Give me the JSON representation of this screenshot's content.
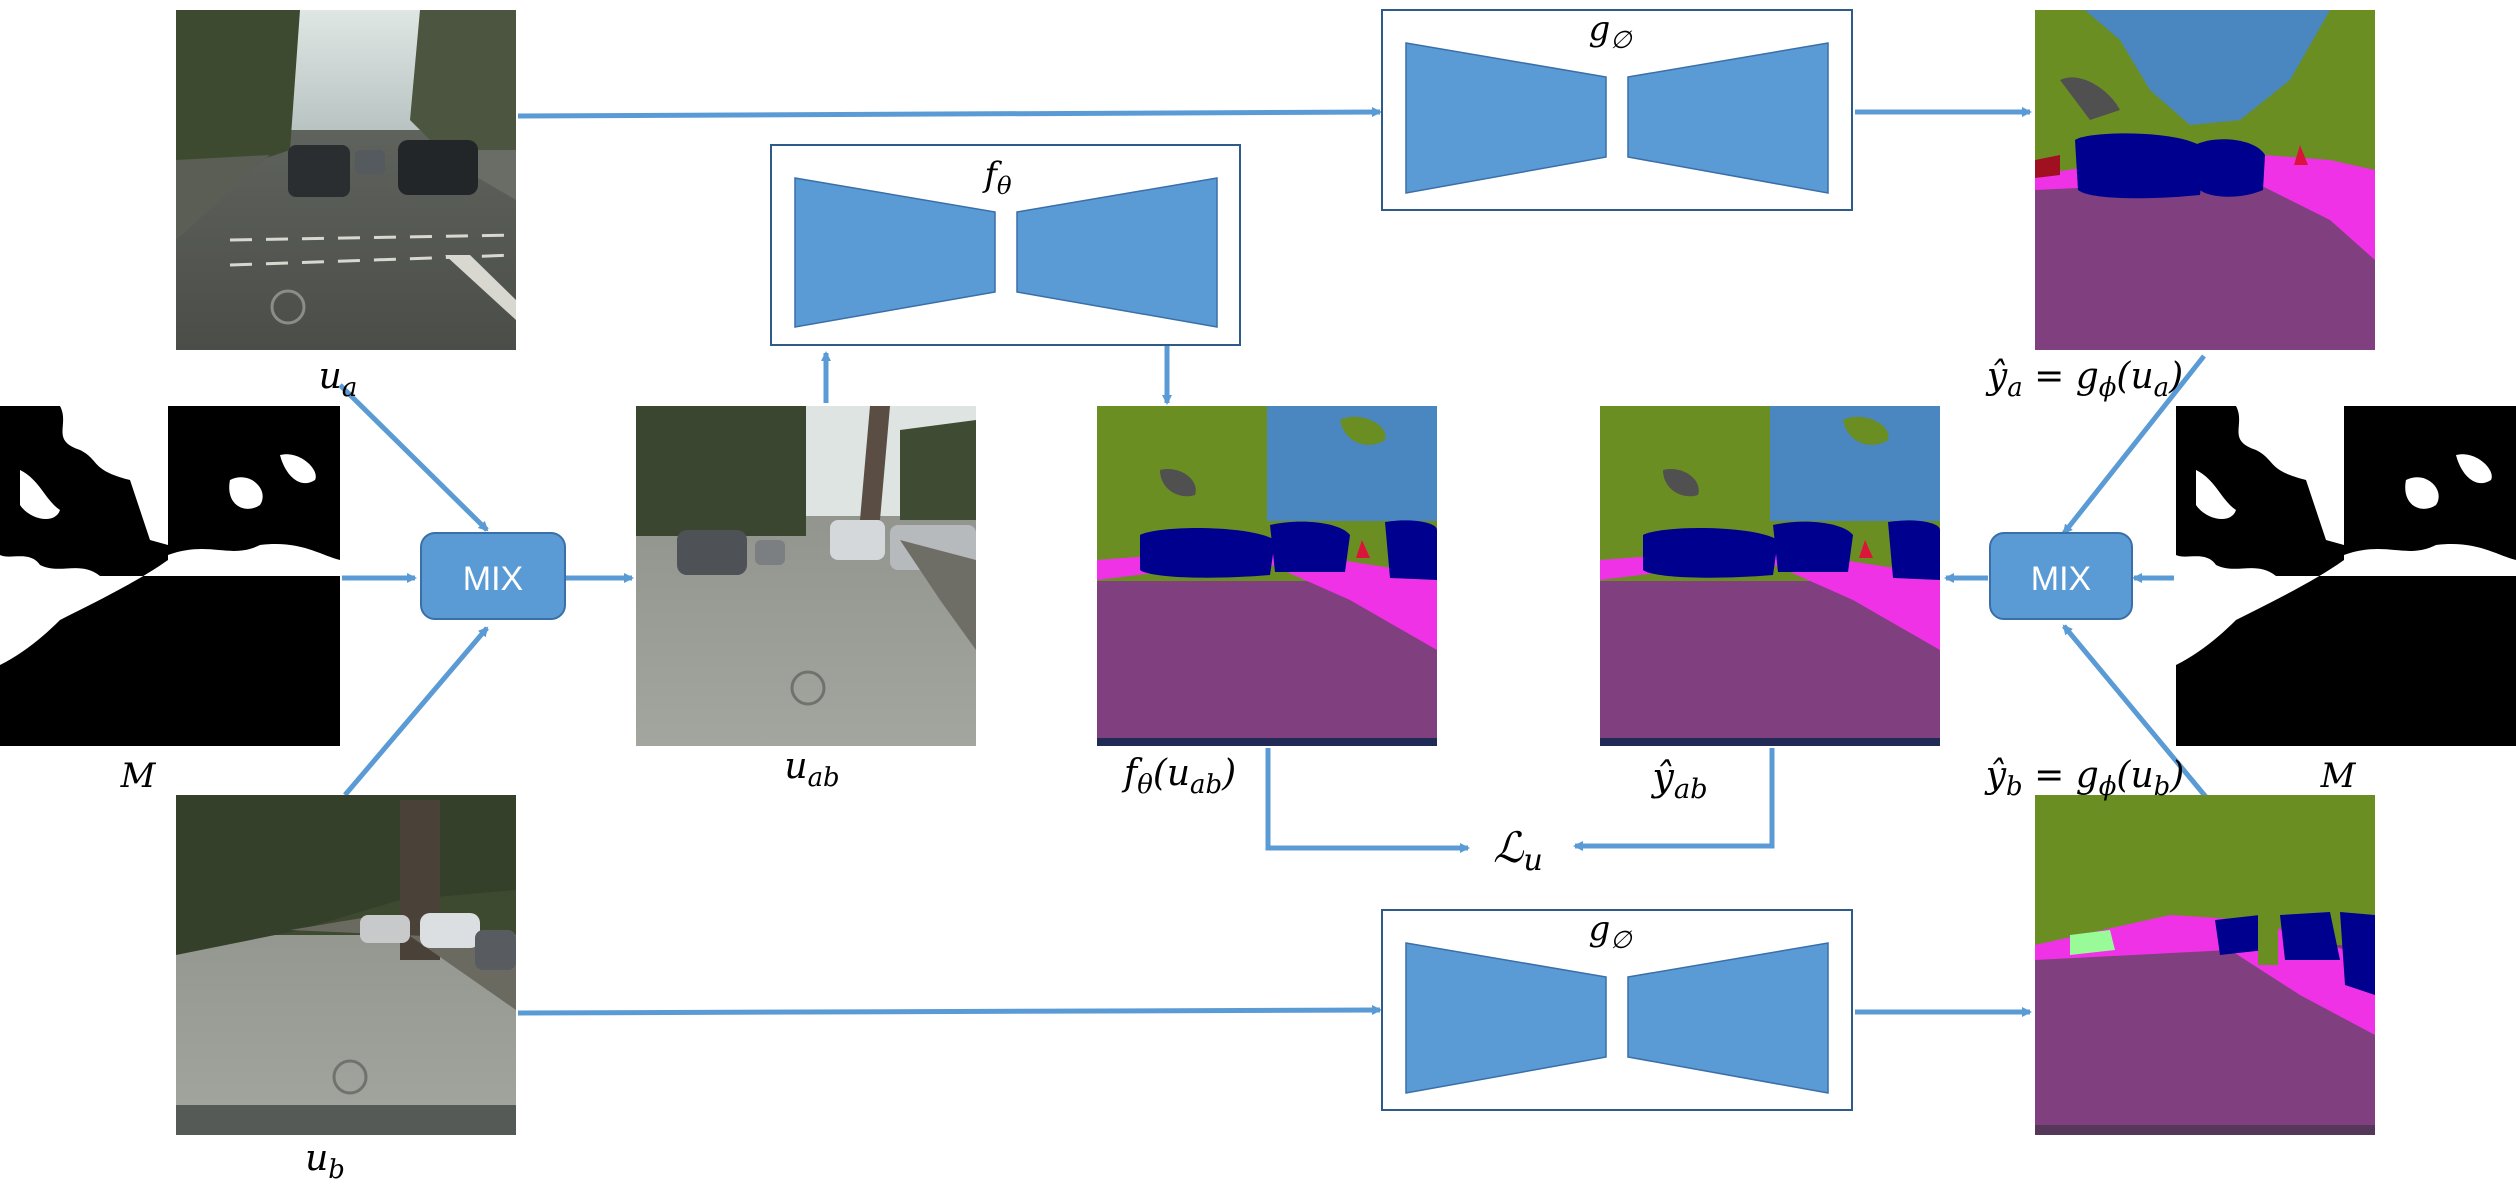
{
  "colors": {
    "arrow": "#5b9bd5",
    "block": "#5b9bd5",
    "sky": "#4a86c0",
    "vegetation": "#6b8e23",
    "road": "#80407f",
    "sidewalk": "#f032e6",
    "car": "#00008e",
    "building": "#505050",
    "terrain": "#98fb98",
    "pole": "#999999",
    "traffic_sign": "#dcdc00",
    "person": "#dc143c"
  },
  "nodes": {
    "u_a": {
      "base": "u",
      "sub": "a"
    },
    "u_b": {
      "base": "u",
      "sub": "b"
    },
    "u_ab": {
      "base": "u",
      "sub": "ab"
    },
    "mask_left": "M",
    "mask_right": "M",
    "mix_left": "MIX",
    "mix_right": "MIX",
    "f_theta": {
      "base": "f",
      "sub": "θ"
    },
    "g_phi_top": {
      "base": "g",
      "sub": "∅"
    },
    "g_phi_bottom": {
      "base": "g",
      "sub": "∅"
    },
    "f_theta_output": {
      "base": "f",
      "sub": "θ",
      "arg_base": "u",
      "arg_sub": "ab",
      "open": "(",
      "close": ")"
    },
    "y_ab": {
      "base": "ŷ",
      "sub": "ab"
    },
    "y_a": {
      "base": "ŷ",
      "sub": "a",
      "eq": " = ",
      "fn": "g",
      "fn_sub": "ϕ",
      "open": "(",
      "arg_base": "u",
      "arg_sub": "a",
      "close": ")"
    },
    "y_b": {
      "base": "ŷ",
      "sub": "b",
      "eq": " = ",
      "fn": "g",
      "fn_sub": "ϕ",
      "open": "(",
      "arg_base": "u",
      "arg_sub": "b",
      "close": ")"
    },
    "loss": {
      "base": "ℒ",
      "sub": "u"
    }
  }
}
